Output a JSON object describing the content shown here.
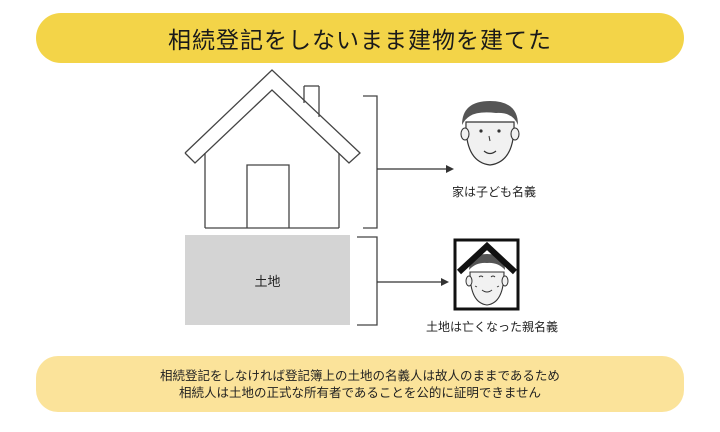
{
  "title": "相続登記をしないまま建物を建てた",
  "land_label": "土地",
  "captions": {
    "child": "家は子ども名義",
    "parent": "土地は亡くなった親名義"
  },
  "note": {
    "line1": "相続登記をしなければ登記簿上の土地の名義人は故人のままであるため",
    "line2": "相続人は土地の正式な所有者であることを公的に証明できません"
  },
  "colors": {
    "title_bg": "#f3d448",
    "note_bg": "#fbe39a",
    "land_fill": "#d4d4d4",
    "face_fill": "#f1f1f1"
  }
}
